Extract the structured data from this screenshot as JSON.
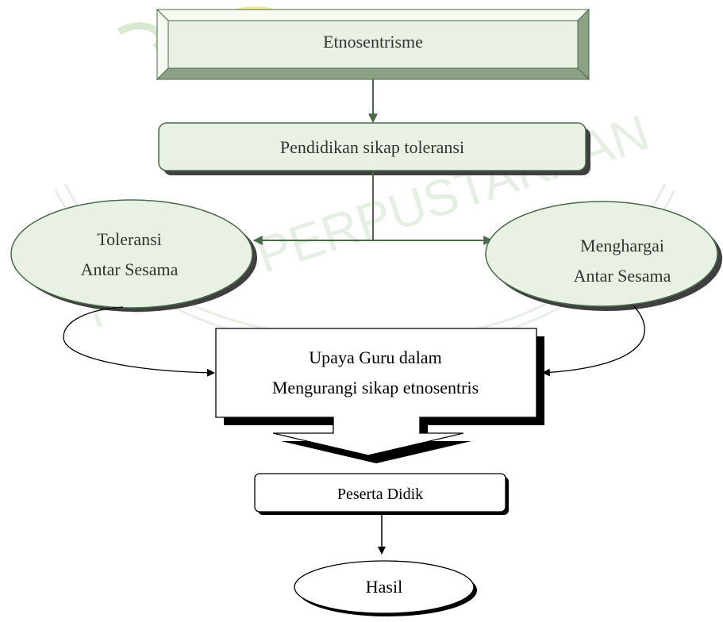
{
  "diagram": {
    "top_box": "Etnosentrisme",
    "education_box": "Pendidikan sikap toleransi",
    "left_ellipse": {
      "line1": "Toleransi",
      "line2": "Antar Sesama"
    },
    "right_ellipse": {
      "line1": "Menghargai",
      "line2": "Antar Sesama"
    },
    "effort_box": {
      "line1": "Upaya Guru dalam",
      "line2": "Mengurangi sikap etnosentris"
    },
    "students_box": "Peserta Didik",
    "result_ellipse": "Hasil"
  },
  "watermark": {
    "text": "PUSAT PERPUSTAKAAN"
  },
  "colors": {
    "diagram_line": "#000000",
    "green_fill": "#e8f1e3",
    "green_stroke": "#4a6a4a",
    "green_shadow": "#3f3f3f",
    "bevel_light": "#f6faf2",
    "bevel_mid": "#d3e3cb",
    "bevel_dark": "#8da285",
    "watermark_gold": "#f4ea9a",
    "watermark_green": "#d9ead2",
    "watermark_text": "#e3eee0"
  }
}
